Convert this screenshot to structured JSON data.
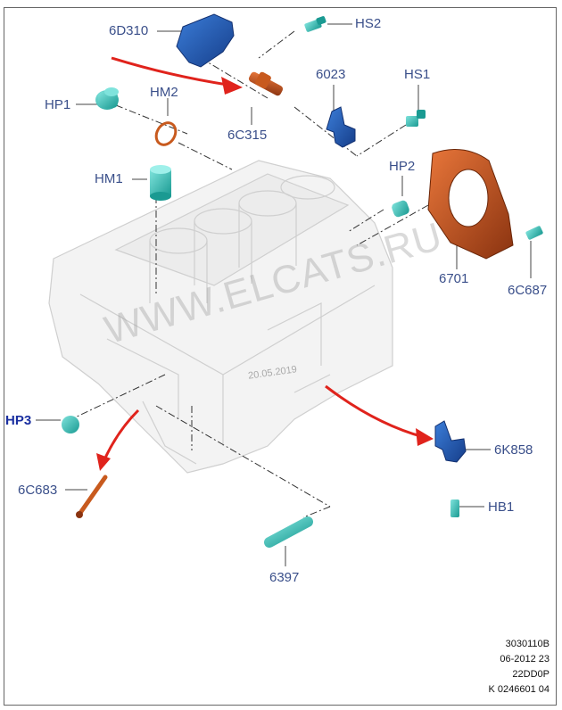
{
  "callouts": {
    "6D310": "6D310",
    "HS2": "HS2",
    "6023": "6023",
    "HS1": "HS1",
    "HP1": "HP1",
    "HM2": "HM2",
    "6C315": "6C315",
    "HM1": "HM1",
    "HP2": "HP2",
    "6701": "6701",
    "6C687": "6C687",
    "HP3": "HP3",
    "6K858": "6K858",
    "6C683": "6C683",
    "HB1": "HB1",
    "6397": "6397"
  },
  "watermark": "WWW.ELCATS.RU",
  "date_stamp": "20.05.2019",
  "info": [
    "3030110B",
    "06-2012 23",
    "22DD0P",
    "K 0246601 04"
  ],
  "colors": {
    "teal_part": "#2fb8b0",
    "blue_part": "#1f4fa8",
    "orange_part": "#c85a1e",
    "red_arrow": "#e0231c",
    "label": "#3a4f8a"
  }
}
